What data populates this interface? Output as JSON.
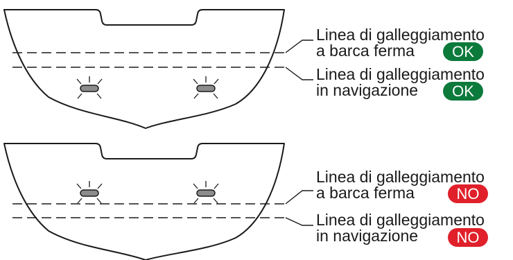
{
  "colors": {
    "ok": "#0b7a3b",
    "no": "#e0202a",
    "line": "#1a1a1a",
    "lamp": "#8c8c8c"
  },
  "panels": [
    {
      "status": "ok",
      "waterline_rest": {
        "line1": "Linea di galleggiamento",
        "line2": "a barca ferma",
        "badge": "OK"
      },
      "waterline_cruise": {
        "line1": "Linea di galleggiamento",
        "line2": "in navigazione",
        "badge": "OK"
      }
    },
    {
      "status": "no",
      "waterline_rest": {
        "line1": "Linea di galleggiamento",
        "line2": "a barca ferma",
        "badge": "NO"
      },
      "waterline_cruise": {
        "line1": "Linea di galleggiamento",
        "line2": "in navigazione",
        "badge": "NO"
      }
    }
  ]
}
